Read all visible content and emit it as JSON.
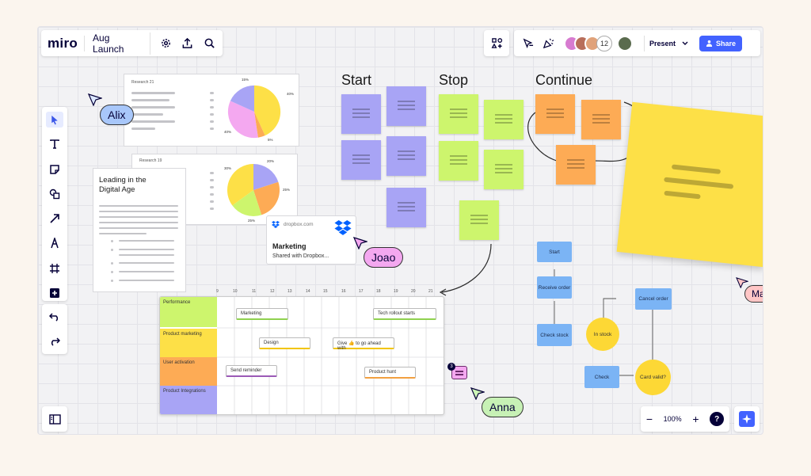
{
  "header": {
    "logo": "miro",
    "board_name": "Aug Launch",
    "avatar_overflow": "12",
    "present_label": "Present",
    "share_label": "Share"
  },
  "colors": {
    "accent": "#4262ff",
    "purple_sticky": "#a8a4f5",
    "green_sticky": "#cdf56d",
    "orange_sticky": "#fdab55",
    "yellow_sticky": "#fde047",
    "flow_box": "#7bb4f5",
    "flow_circle": "#fdd835"
  },
  "retro": {
    "start": "Start",
    "stop": "Stop",
    "continue": "Continue"
  },
  "reports": {
    "report1_title": "Research 21",
    "report1_values": [
      "15%",
      "40%",
      "40%",
      "5%"
    ],
    "report2_title": "Research 19",
    "report2_values": [
      "30%",
      "20%",
      "25%",
      "25%"
    ]
  },
  "doc": {
    "title": "Leading in the Digital Age"
  },
  "dropbox": {
    "domain": "dropbox.com",
    "title": "Marketing",
    "subtitle": "Shared with Dropbox..."
  },
  "cursors": {
    "alix": "Alix",
    "joao": "Joao",
    "maria": "Maria",
    "anna": "Anna"
  },
  "timeline": {
    "numbers": [
      "9",
      "10",
      "11",
      "12",
      "13",
      "14",
      "15",
      "16",
      "17",
      "18",
      "19",
      "20",
      "21"
    ],
    "rows": [
      "Performance",
      "Product marketing",
      "User activation",
      "Product Integrations"
    ],
    "cards": [
      "Marketing",
      "Tech rollout starts",
      "Design",
      "Give 👍 to go ahead with",
      "Send reminder",
      "Product hunt"
    ]
  },
  "comment_count": "3",
  "flowchart": {
    "start": "Start",
    "receive": "Receive order",
    "check_stock": "Check stock",
    "in_stock": "In stock",
    "cancel": "Cancel order",
    "check": "Check",
    "card_valid": "Card valid?"
  },
  "zoom": {
    "level": "100%"
  }
}
